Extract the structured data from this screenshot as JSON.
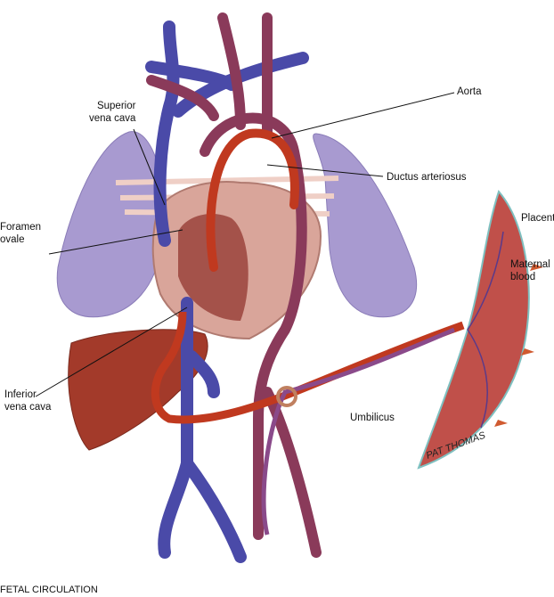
{
  "labels": {
    "superior_vena_cava": [
      "Superior",
      "vena cava"
    ],
    "aorta": "Aorta",
    "ductus_arteriosus": "Ductus arteriosus",
    "placenta": "Placenta",
    "maternal_blood": [
      "Maternal",
      "blood"
    ],
    "foramen_ovale": [
      "Foramen",
      "ovale"
    ],
    "inferior_vena_cava": [
      "Inferior",
      "vena cava"
    ],
    "umbilicus": "Umbilicus"
  },
  "caption": "FETAL CIRCULATION",
  "signature": "PAT THOMAS",
  "colors": {
    "deoxygenated": "#4a4aa8",
    "oxygenated": "#c0391f",
    "mixed": "#8a3a5a",
    "lung": "#a89ad0",
    "liver": "#a33a2a",
    "heart": "#d9a59a",
    "placenta": "#c0504a"
  }
}
